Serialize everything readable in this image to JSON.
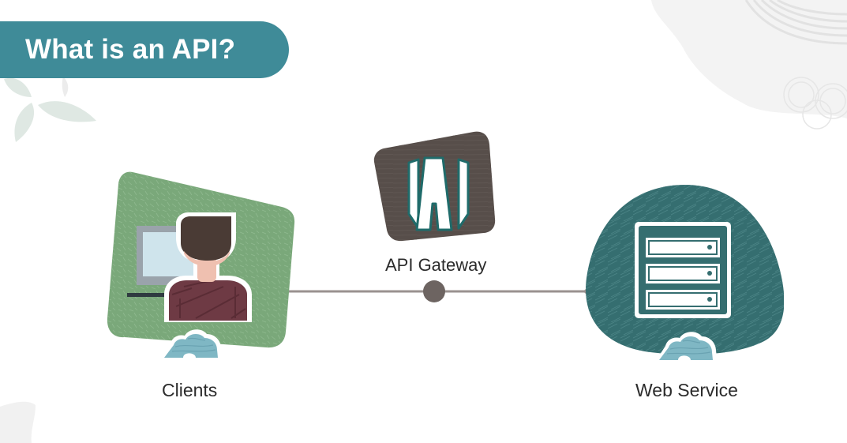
{
  "slide": {
    "title": "What is an API?"
  },
  "nodes": {
    "clients": {
      "label": "Clients",
      "icon": "person-at-computer-icon"
    },
    "gateway": {
      "label": "API Gateway",
      "icon": "api-gateway-logo-icon"
    },
    "web_service": {
      "label": "Web Service",
      "icon": "server-rack-icon"
    }
  },
  "colors": {
    "title_bg": "#3f8b98",
    "clients_bg": "#7aa87a",
    "gateway_bg": "#574e4a",
    "service_bg": "#356e70",
    "connector": "#9a918f",
    "connector_node": "#6d6461",
    "cloud": "#7fb7c4"
  }
}
